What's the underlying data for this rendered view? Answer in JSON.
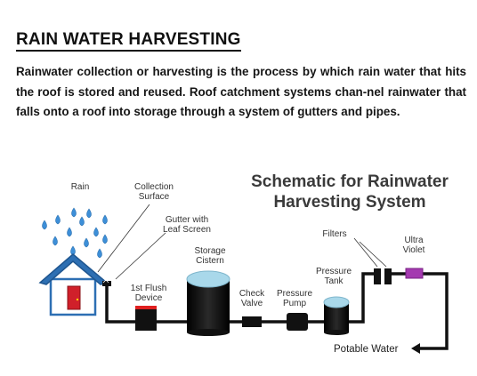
{
  "page": {
    "title": "RAIN WATER HARVESTING",
    "intro": "Rainwater collection or harvesting is the process by which rain water that hits the roof is stored and reused. Roof catchment systems chan-nel rainwater that falls onto a roof into storage through a system of gutters and pipes."
  },
  "diagram": {
    "heading_line1": "Schematic for Rainwater",
    "heading_line2": "Harvesting System",
    "labels": {
      "rain": "Rain",
      "collection_surface_1": "Collection",
      "collection_surface_2": "Surface",
      "gutter_1": "Gutter with",
      "gutter_2": "Leaf Screen",
      "storage_1": "Storage",
      "storage_2": "Cistern",
      "first_flush_1": "1st Flush",
      "first_flush_2": "Device",
      "check_valve_1": "Check",
      "check_valve_2": "Valve",
      "pressure_pump_1": "Pressure",
      "pressure_pump_2": "Pump",
      "pressure_tank_1": "Pressure",
      "pressure_tank_2": "Tank",
      "filters": "Filters",
      "uv_1": "Ultra",
      "uv_2": "Violet",
      "potable_water": "Potable Water"
    },
    "colors": {
      "rain_drop": "#3d8fd8",
      "roof": "#2d6fb3",
      "house_wall": "#ffffff",
      "door": "#d0202a",
      "tank_cap": "#a9d8ea",
      "component": "#111111",
      "flush_top": "#e02020",
      "uv_lamp": "#a43ab0"
    }
  }
}
